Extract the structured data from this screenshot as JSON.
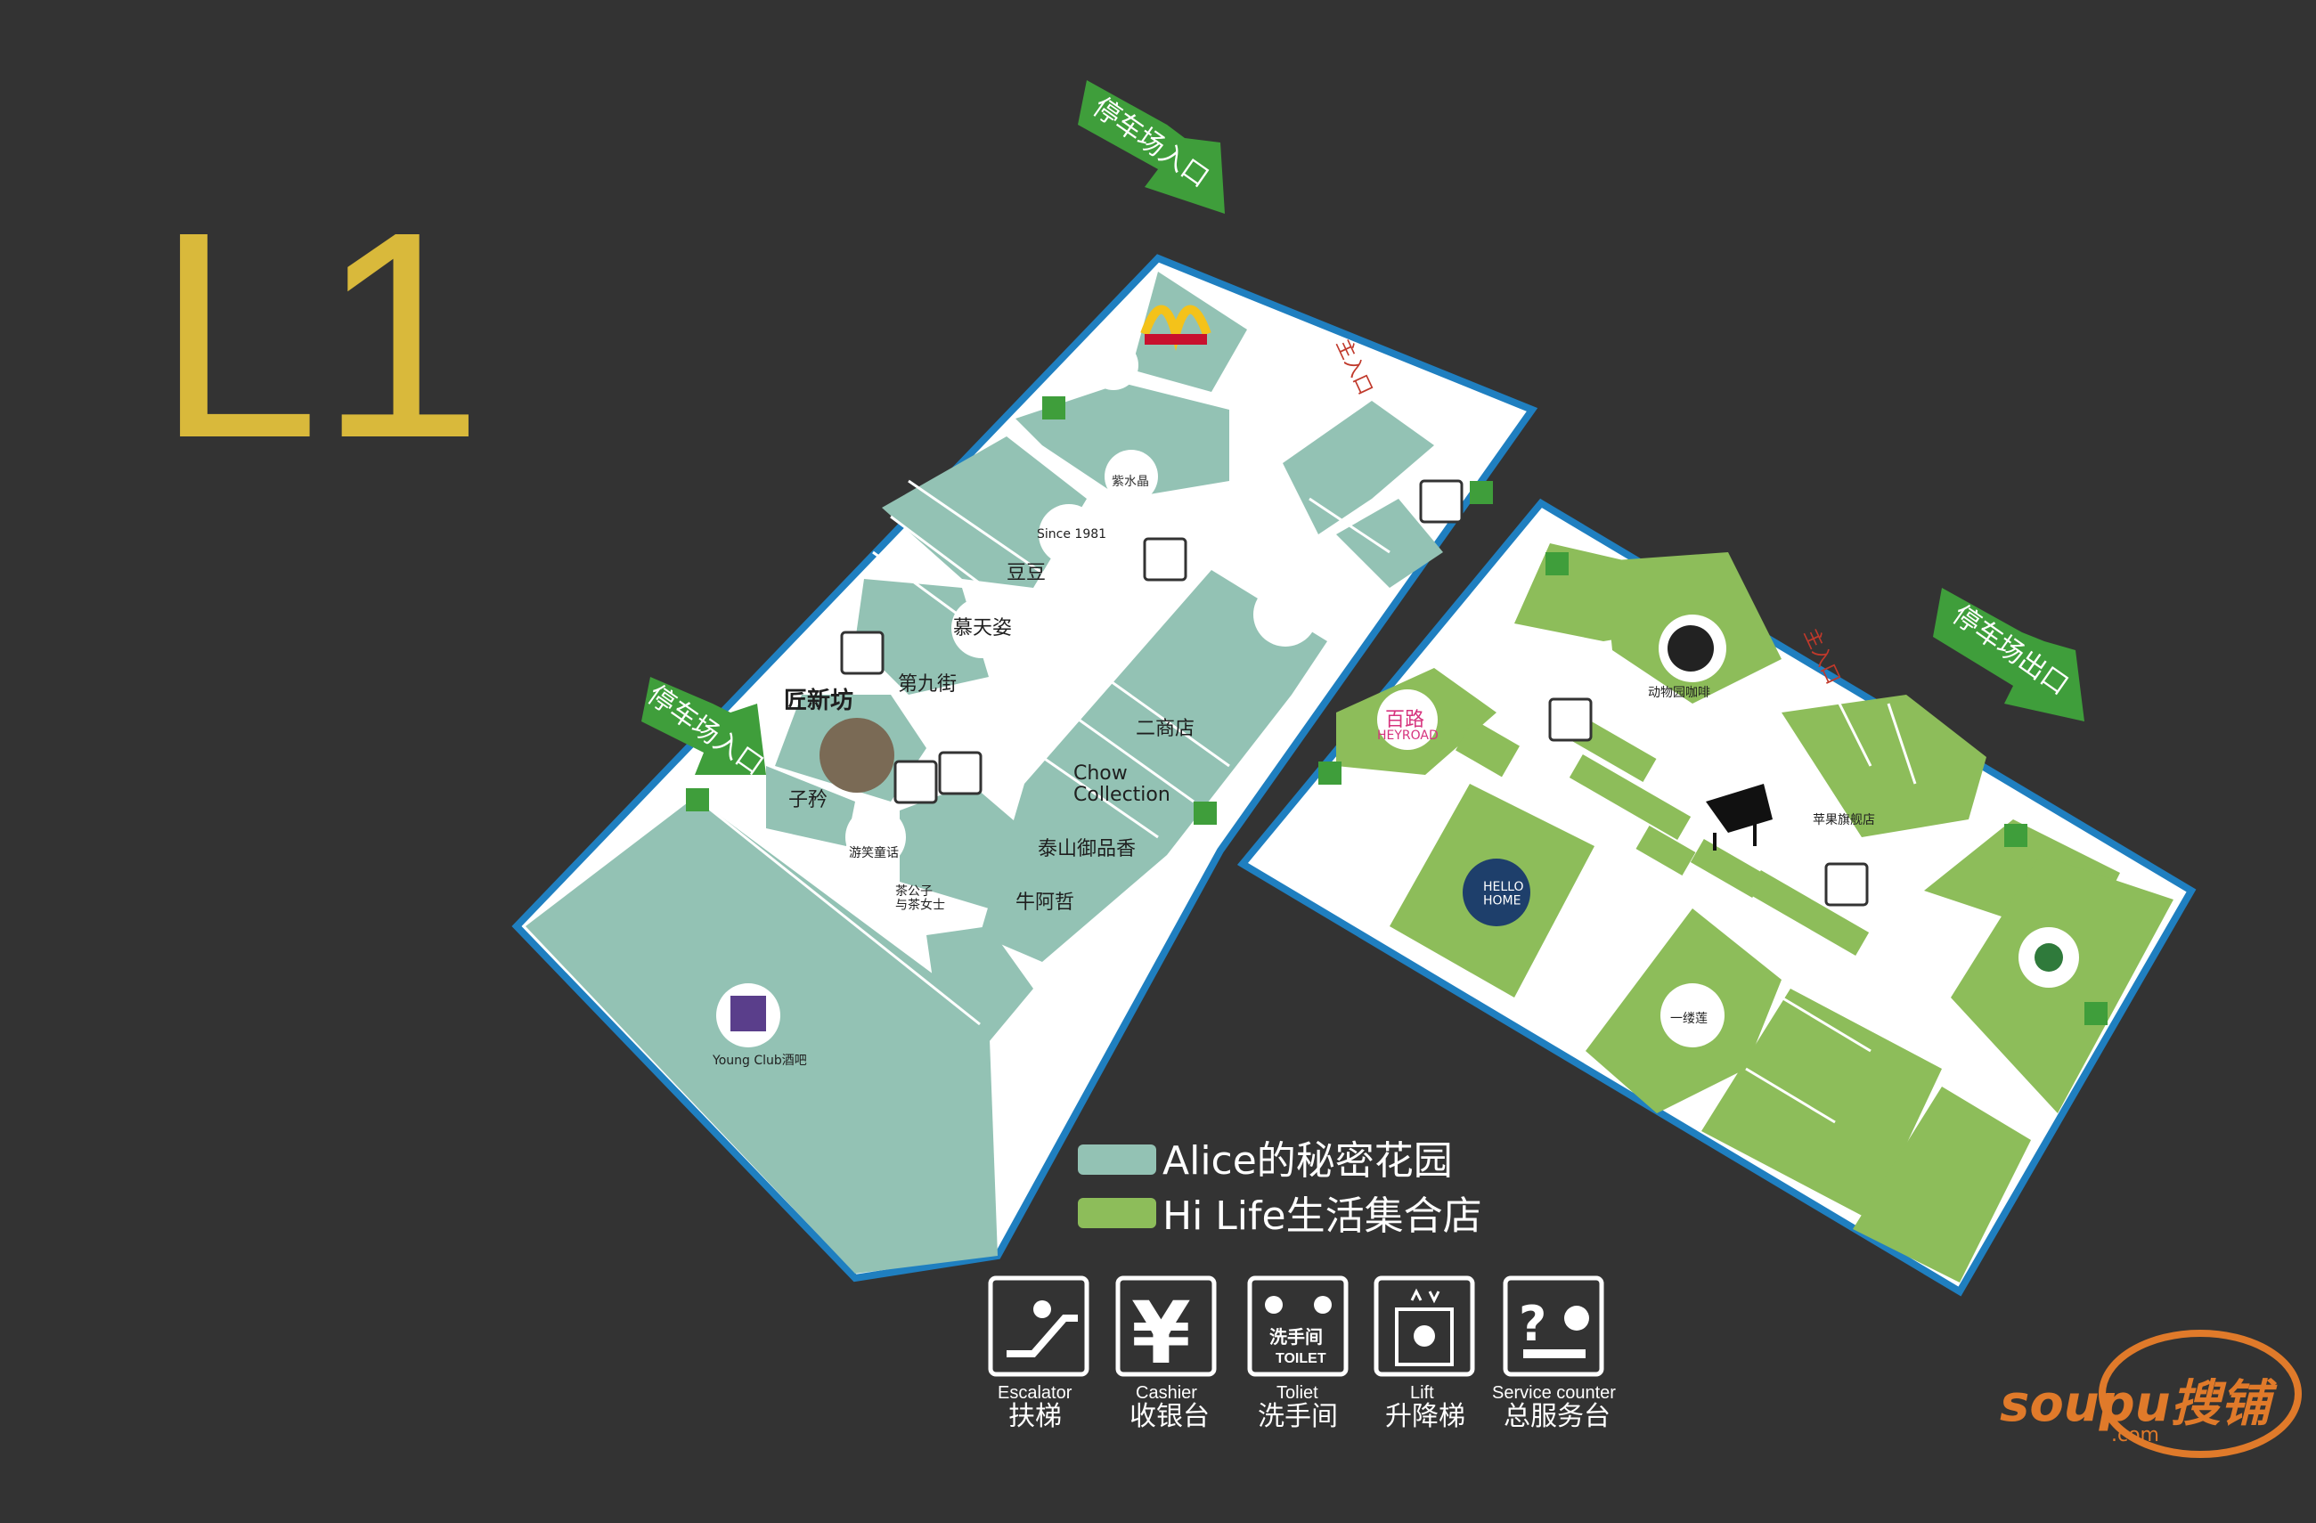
{
  "floor_label": "L1",
  "colors": {
    "background": "#333333",
    "zone_alice": "#93c2b4",
    "zone_hilife": "#8dbd5a",
    "walkway": "#ffffff",
    "border": "#1f7fc0",
    "floor_label": "#d9b93b",
    "arrow": "#3f9e3b",
    "entry_text": "#c0392b"
  },
  "arrows": {
    "parking_entry_top": "停车场入口",
    "parking_entry_left": "停车场入口",
    "parking_exit_right": "停车场出口"
  },
  "entrances": {
    "main_entry_1": "主入口",
    "main_entry_2": "主入口"
  },
  "stores": {
    "douodou": "豆豆",
    "mutianzi": "慕天姿",
    "dijiujie": "第九街",
    "jiangxinfang": "匠新坊",
    "zijin": "子矜",
    "chagongzi": "茶公子\n与茶女士",
    "ershangdian": "二商店",
    "chow_collection": "Chow\nCollection",
    "taishan": "泰山御品香",
    "niuazhe": "牛阿哲",
    "young_club": "Young Club酒吧",
    "since1981": "Since 1981",
    "zishuijing": "紫水晶",
    "zoo_coffee": "动物园咖啡",
    "apple_store": "苹果旗舰店",
    "heyroad": "百路",
    "heyroad_en": "HEYROAD",
    "hello_home": "HELLO\nHOME",
    "yiluolian": "一缕莲",
    "youle": "游笑童话"
  },
  "legend": [
    {
      "label": "Alice的秘密花园",
      "color": "#93c2b4"
    },
    {
      "label": "Hi Life生活集合店",
      "color": "#8dbd5a"
    }
  ],
  "icon_legend": [
    {
      "icon": "escalator-icon",
      "en": "Escalator",
      "zh": "扶梯"
    },
    {
      "icon": "cashier-icon",
      "en": "Cashier",
      "zh": "收银台"
    },
    {
      "icon": "toilet-icon",
      "en": "Toliet",
      "zh": "洗手间",
      "inner": "洗手间",
      "inner_en": "TOILET"
    },
    {
      "icon": "lift-icon",
      "en": "Lift",
      "zh": "升降梯"
    },
    {
      "icon": "service-counter-icon",
      "en": "Service counter",
      "zh": "总服务台"
    }
  ],
  "watermark": {
    "text": "soupu搜铺",
    "sub": ".com"
  }
}
